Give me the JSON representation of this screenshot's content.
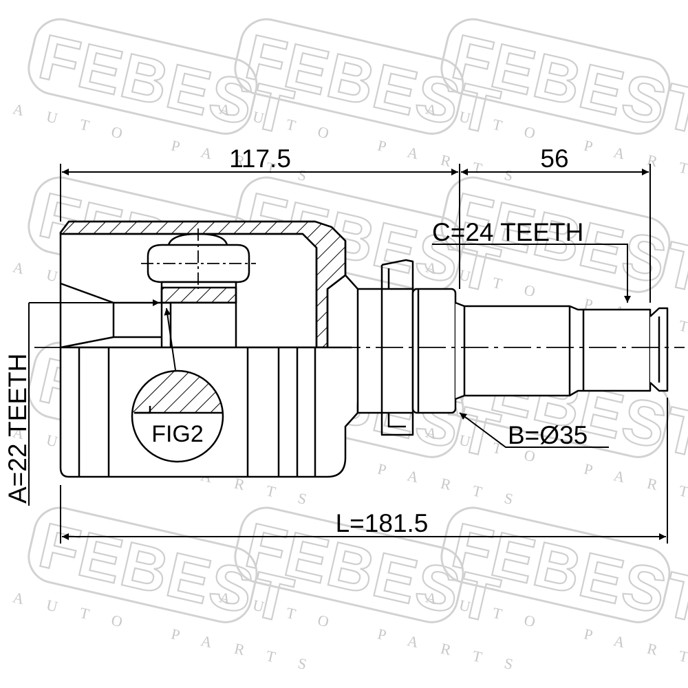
{
  "watermark": {
    "brand": "FEBEST",
    "tagline": "AUTO PARTS"
  },
  "dimensions": {
    "housing_length": "117.5",
    "shaft_length": "56",
    "outer_spline": "C=24 TEETH",
    "seal_diameter": "B=Ø35",
    "overall_length": "L=181.5",
    "inner_spline": "A=22 TEETH"
  },
  "figure_label": "FIG2",
  "colors": {
    "line": "#000000",
    "watermark": "#cfcfcf"
  }
}
